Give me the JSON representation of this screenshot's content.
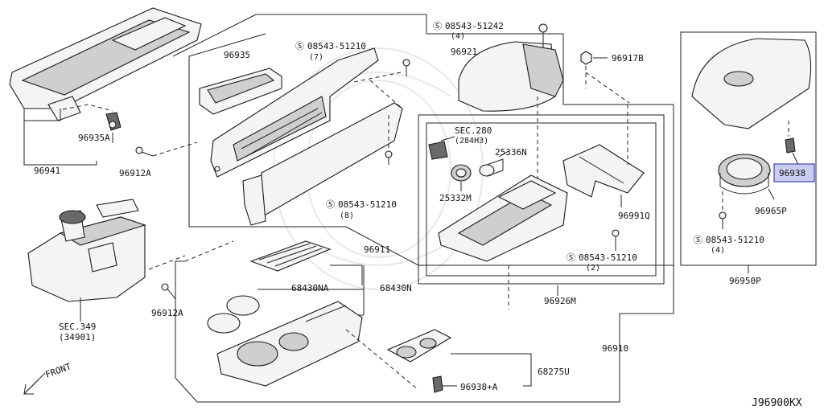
{
  "diagram_code": "J96900KX",
  "front_label": "FRONT",
  "highlight_color": "#c9cdf2",
  "parts": {
    "p96941": "96941",
    "p96935A": "96935A",
    "p96912A_top": "96912A",
    "p96912A_bottom": "96912A",
    "p96935": "96935",
    "bolt_top_code": "08543-51210",
    "bolt_top_qty": "(7)",
    "bolt_mid_code": "08543-51210",
    "bolt_mid_qty": "(8)",
    "p96911": "96911",
    "screw_top_code": "08543-51242",
    "screw_top_qty": "(4)",
    "p96921": "96921",
    "p96917B": "96917B",
    "sec280_a": "SEC.280",
    "sec280_b": "(284H3)",
    "p25336N": "25336N",
    "p25332M": "25332M",
    "p96991Q": "96991Q",
    "bolt_low_code": "08543-51210",
    "bolt_low_qty": "(2)",
    "p96926M": "96926M",
    "p68430NA": "68430NA",
    "p68430N": "68430N",
    "p96910": "96910",
    "p68275U": "68275U",
    "p96938A": "96938+A",
    "sec349_a": "SEC.349",
    "sec349_b": "(34901)",
    "p96938": "96938",
    "p96965P": "96965P",
    "bolt_right_code": "08543-51210",
    "bolt_right_qty": "(4)",
    "p96950P": "96950P"
  }
}
